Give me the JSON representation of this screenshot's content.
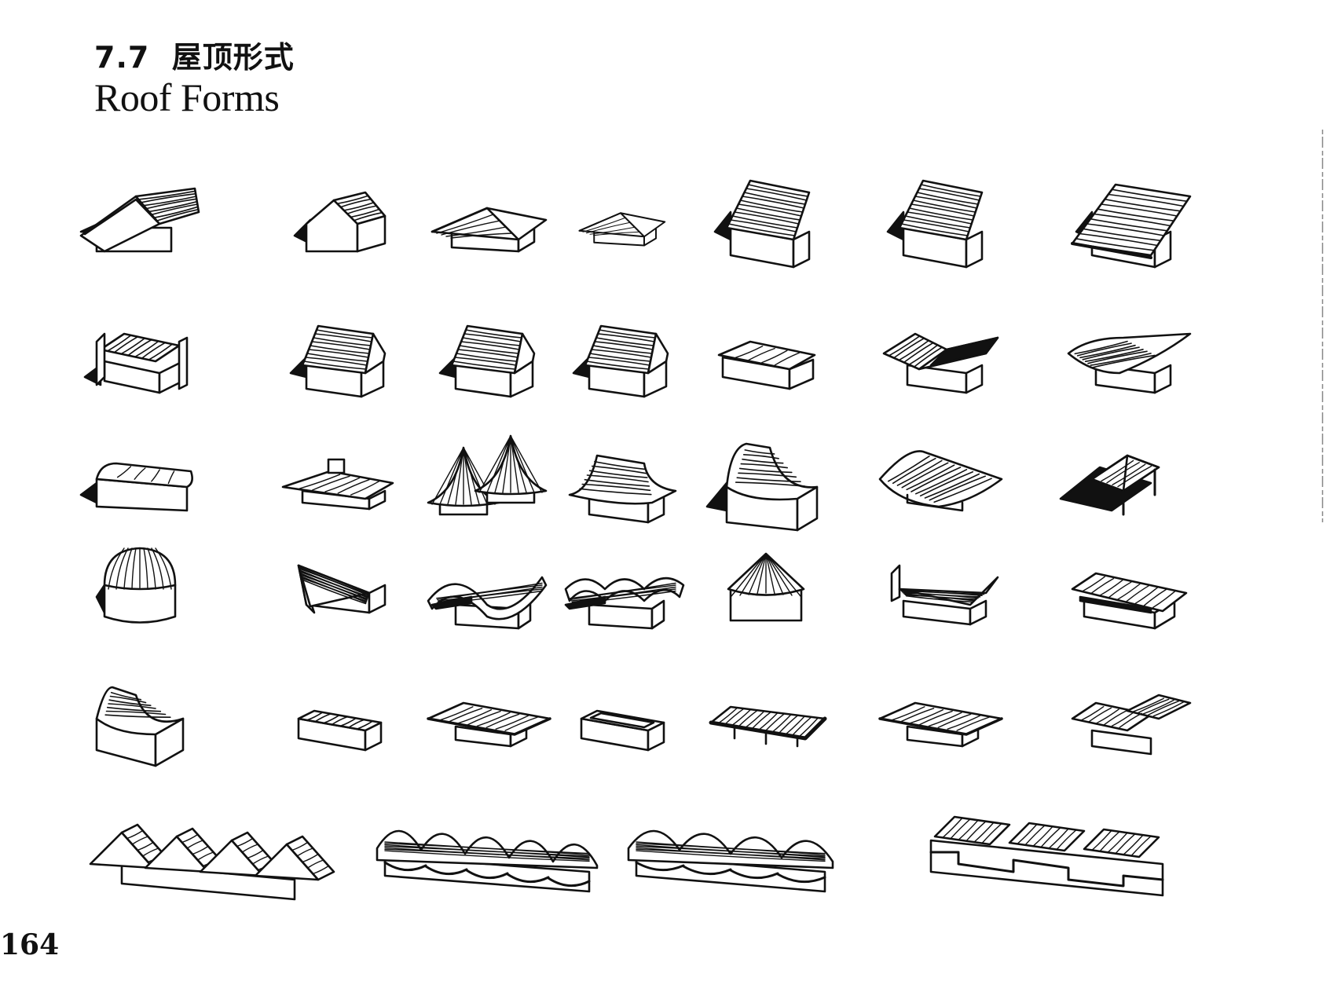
{
  "section": {
    "number": "7.7",
    "title_cn": "屋顶形式",
    "title_en": "Roof Forms"
  },
  "page_number": "164",
  "colors": {
    "ink": "#111111",
    "paper": "#ffffff"
  },
  "figures": [
    {
      "row": 1,
      "col": 1,
      "form": "gable-open"
    },
    {
      "row": 1,
      "col": 2,
      "form": "gable"
    },
    {
      "row": 1,
      "col": 3,
      "form": "hip-flat"
    },
    {
      "row": 1,
      "col": 4,
      "form": "hip-small"
    },
    {
      "row": 1,
      "col": 5,
      "form": "mono-pitch"
    },
    {
      "row": 1,
      "col": 6,
      "form": "mono-pitch-steep"
    },
    {
      "row": 1,
      "col": 7,
      "form": "mono-pitch-overhang"
    },
    {
      "row": 2,
      "col": 1,
      "form": "gable-parapet"
    },
    {
      "row": 2,
      "col": 2,
      "form": "half-hip"
    },
    {
      "row": 2,
      "col": 3,
      "form": "gable-tiled"
    },
    {
      "row": 2,
      "col": 4,
      "form": "half-hip-tiled"
    },
    {
      "row": 2,
      "col": 5,
      "form": "flat-parapet"
    },
    {
      "row": 2,
      "col": 6,
      "form": "butterfly"
    },
    {
      "row": 2,
      "col": 7,
      "form": "curved-concave"
    },
    {
      "row": 3,
      "col": 1,
      "form": "barrel-vault"
    },
    {
      "row": 3,
      "col": 2,
      "form": "hip-lantern"
    },
    {
      "row": 3,
      "col": 3,
      "form": "twin-tent"
    },
    {
      "row": 3,
      "col": 4,
      "form": "curved-hip"
    },
    {
      "row": 3,
      "col": 5,
      "form": "concave-shed"
    },
    {
      "row": 3,
      "col": 6,
      "form": "curved-saddle"
    },
    {
      "row": 3,
      "col": 7,
      "form": "pyramid-pavilion"
    },
    {
      "row": 4,
      "col": 1,
      "form": "dome"
    },
    {
      "row": 4,
      "col": 2,
      "form": "mono-slope-wedge"
    },
    {
      "row": 4,
      "col": 3,
      "form": "wave"
    },
    {
      "row": 4,
      "col": 4,
      "form": "double-wave"
    },
    {
      "row": 4,
      "col": 5,
      "form": "cone"
    },
    {
      "row": 4,
      "col": 6,
      "form": "inverted-butterfly"
    },
    {
      "row": 4,
      "col": 7,
      "form": "flat-eaves"
    },
    {
      "row": 5,
      "col": 1,
      "form": "valley-concave"
    },
    {
      "row": 5,
      "col": 2,
      "form": "flat-ribbed"
    },
    {
      "row": 5,
      "col": 3,
      "form": "flat-overhang"
    },
    {
      "row": 5,
      "col": 4,
      "form": "flat-tray"
    },
    {
      "row": 5,
      "col": 5,
      "form": "flat-slatted"
    },
    {
      "row": 5,
      "col": 6,
      "form": "low-hip"
    },
    {
      "row": 5,
      "col": 7,
      "form": "stepped-flat"
    },
    {
      "row": 6,
      "col": 1,
      "form": "sawtooth"
    },
    {
      "row": 6,
      "col": 2,
      "form": "multi-vault"
    },
    {
      "row": 6,
      "col": 3,
      "form": "multi-barrel"
    },
    {
      "row": 6,
      "col": 4,
      "form": "stepped-monitor"
    }
  ]
}
